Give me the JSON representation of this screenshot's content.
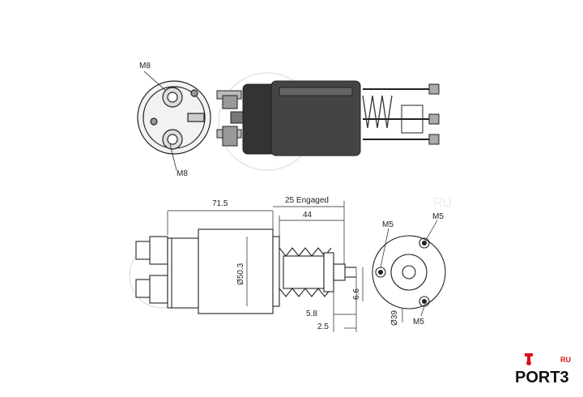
{
  "top_view": {
    "label_top": "M8",
    "label_bottom": "M8"
  },
  "side_view": {
    "length": "71.5",
    "engaged": "25 Engaged",
    "plunger": "44",
    "diameter": "Ø50.3",
    "gap_a": "5.8",
    "gap_b": "2.5",
    "offset": "6.6"
  },
  "end_view": {
    "thread_left": "M5",
    "thread_right": "M5",
    "thread_bottom": "M5",
    "diameter": "Ø39"
  },
  "watermark": {
    "suffix": "RU"
  },
  "logo": {
    "ru": "RU",
    "brand": "PORT3"
  },
  "colors": {
    "ink": "#222222",
    "accent": "#d9121b"
  }
}
